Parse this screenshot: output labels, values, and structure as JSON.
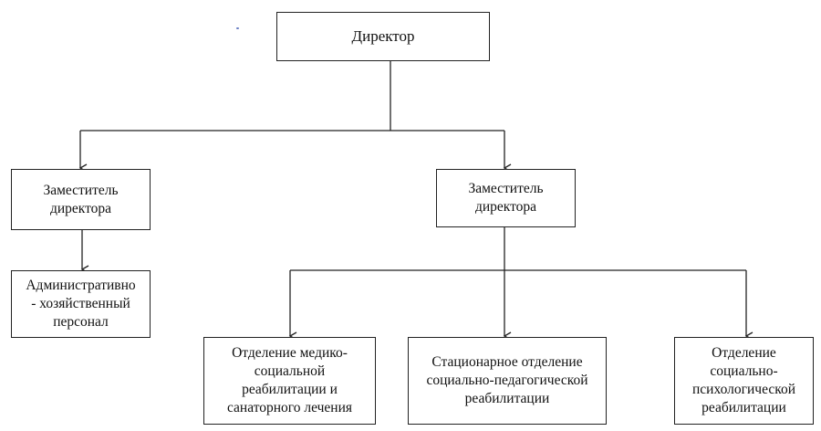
{
  "diagram": {
    "nodes": {
      "director": "Директор",
      "deputy_left": "Заместитель\nдиректора",
      "deputy_right": "Заместитель\nдиректора",
      "admin_staff": "Административно\n- хозяйственный\nперсонал",
      "medical_social": "Отделение медико-\nсоциальной\nреабилитации и\nсанаторного лечения",
      "stationary": "Стационарное отделение\nсоциально-педагогической\nреабилитации",
      "psych": "Отделение\nсоциально-\nпсихологической\nреабилитации"
    },
    "edges": [
      {
        "from": "director",
        "to": "deputy_left"
      },
      {
        "from": "director",
        "to": "deputy_right"
      },
      {
        "from": "deputy_left",
        "to": "admin_staff"
      },
      {
        "from": "deputy_right",
        "to": "medical_social"
      },
      {
        "from": "deputy_right",
        "to": "stationary"
      },
      {
        "from": "deputy_right",
        "to": "psych"
      }
    ],
    "colors": {
      "line": "#222222",
      "box_border": "#222222",
      "text": "#111111",
      "background": "#ffffff"
    }
  }
}
